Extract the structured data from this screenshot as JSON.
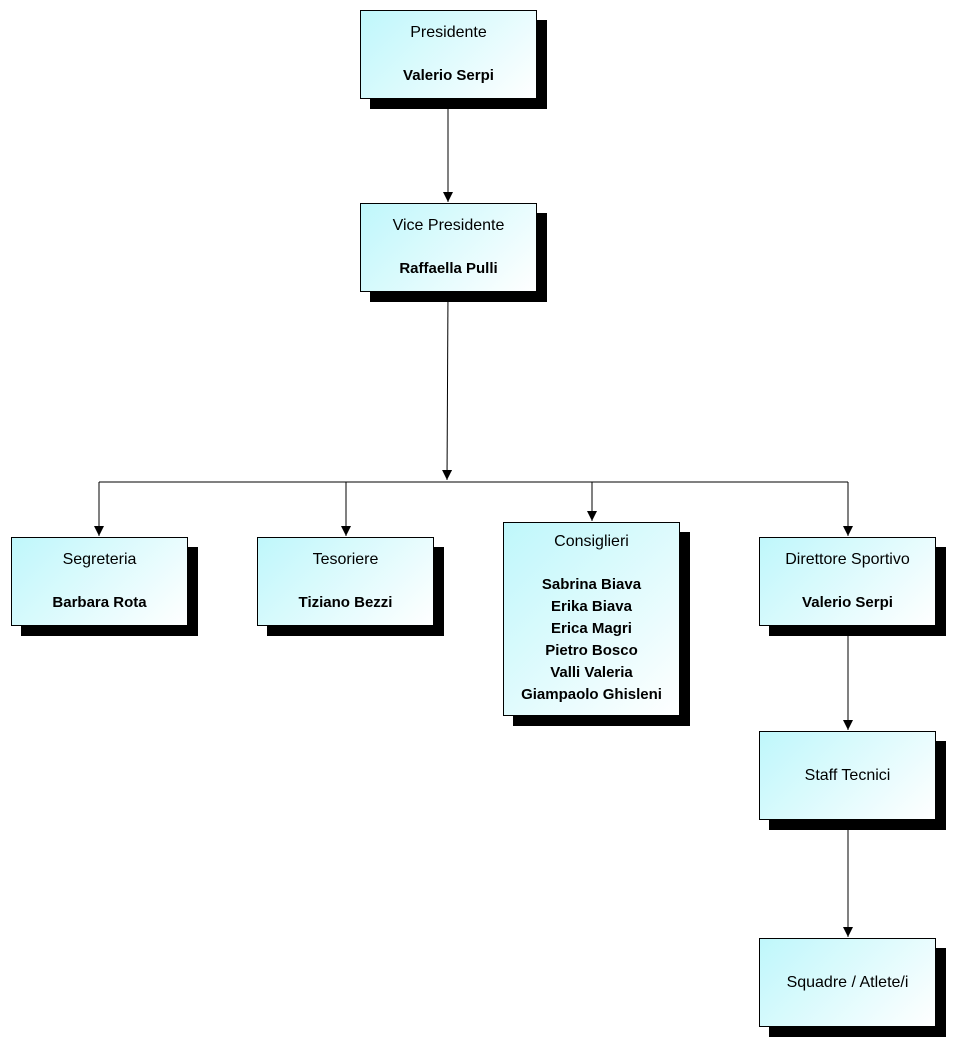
{
  "colors": {
    "box_fill_start": "#bff7fb",
    "box_fill_end": "#ffffff",
    "border": "#000000",
    "shadow": "#000000",
    "connector": "#000000"
  },
  "nodes": {
    "presidente": {
      "title": "Presidente",
      "name": "Valerio Serpi"
    },
    "vice_presidente": {
      "title": "Vice Presidente",
      "name": "Raffaella Pulli"
    },
    "segreteria": {
      "title": "Segreteria",
      "name": "Barbara Rota"
    },
    "tesoriere": {
      "title": "Tesoriere",
      "name": "Tiziano Bezzi"
    },
    "consiglieri": {
      "title": "Consiglieri",
      "members": [
        "Sabrina Biava",
        "Erika Biava",
        "Erica Magri",
        "Pietro Bosco",
        "Valli Valeria",
        "Giampaolo Ghisleni"
      ]
    },
    "direttore_sportivo": {
      "title": "Direttore Sportivo",
      "name": "Valerio Serpi"
    },
    "staff_tecnici": {
      "title": "Staff Tecnici"
    },
    "squadre_atlete": {
      "title": "Squadre / Atlete/i"
    }
  },
  "edges": [
    {
      "from": "presidente",
      "to": "vice_presidente"
    },
    {
      "from": "vice_presidente",
      "to": "segreteria"
    },
    {
      "from": "vice_presidente",
      "to": "tesoriere"
    },
    {
      "from": "vice_presidente",
      "to": "consiglieri"
    },
    {
      "from": "vice_presidente",
      "to": "direttore_sportivo"
    },
    {
      "from": "direttore_sportivo",
      "to": "staff_tecnici"
    },
    {
      "from": "staff_tecnici",
      "to": "squadre_atlete"
    }
  ]
}
